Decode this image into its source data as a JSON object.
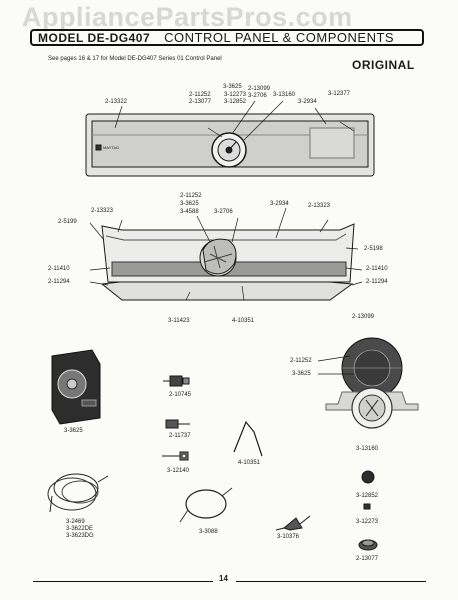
{
  "watermark": "AppliancePartsPros.com",
  "header": {
    "model": "MODEL DE-DG407",
    "title": "CONTROL PANEL & COMPONENTS",
    "note": "See pages 16 & 17 for Model DE-DG407 Series 01 Control Panel",
    "original": "ORIGINAL"
  },
  "panel": {
    "brand": "MAYTAG"
  },
  "callouts": {
    "c_3_3625_a": "3-3625",
    "c_2_11252_a": "2-11252",
    "c_3_12273_a": "3-12273",
    "c_2_13077_a": "2-13077",
    "c_3_12852_a": "3-12852",
    "c_2_13099_a": "2-13099",
    "c_3_2706_a": "3-2706",
    "c_3_13160_a": "3-13160",
    "c_3_2934_a": "3-2934",
    "c_2_13322": "2-13322",
    "c_3_12377": "3-12377",
    "c_2_11252_b": "2-11252",
    "c_3_3625_b": "3-3625",
    "c_3_4588": "3-4588",
    "c_3_2706_b": "3-2706",
    "c_2_13323_l": "2-13323",
    "c_3_2934_b": "3-2934",
    "c_2_13323_r": "2-13323",
    "c_2_5199": "2-5199",
    "c_2_5198": "2-5198",
    "c_2_11410_l": "2-11410",
    "c_2_11410_r": "2-11410",
    "c_2_11294_l": "2-11294",
    "c_2_11294_r": "2-11294",
    "c_3_11423": "3-11423",
    "c_4_10351_a": "4-10351",
    "c_2_13099_b": "2-13099",
    "c_2_11252_c": "2-11252",
    "c_3_3625_c": "3-3625",
    "c_3_3625_d": "3-3625",
    "c_2_10745": "2-10745",
    "c_2_11737": "2-11737",
    "c_3_12140": "3-12140",
    "c_4_10351_b": "4-10351",
    "c_3_13160_b": "3-13160",
    "c_3_12852_b": "3-12852",
    "c_3_12273_b": "3-12273",
    "c_2_13077_b": "2-13077",
    "c_3_2469": "3-2469",
    "c_3_3622de": "3-3622DE",
    "c_3_3623dg": "3-3623DG",
    "c_3_3088": "3-3088",
    "c_3_10376": "3-10376"
  },
  "footer": {
    "page": "14"
  }
}
